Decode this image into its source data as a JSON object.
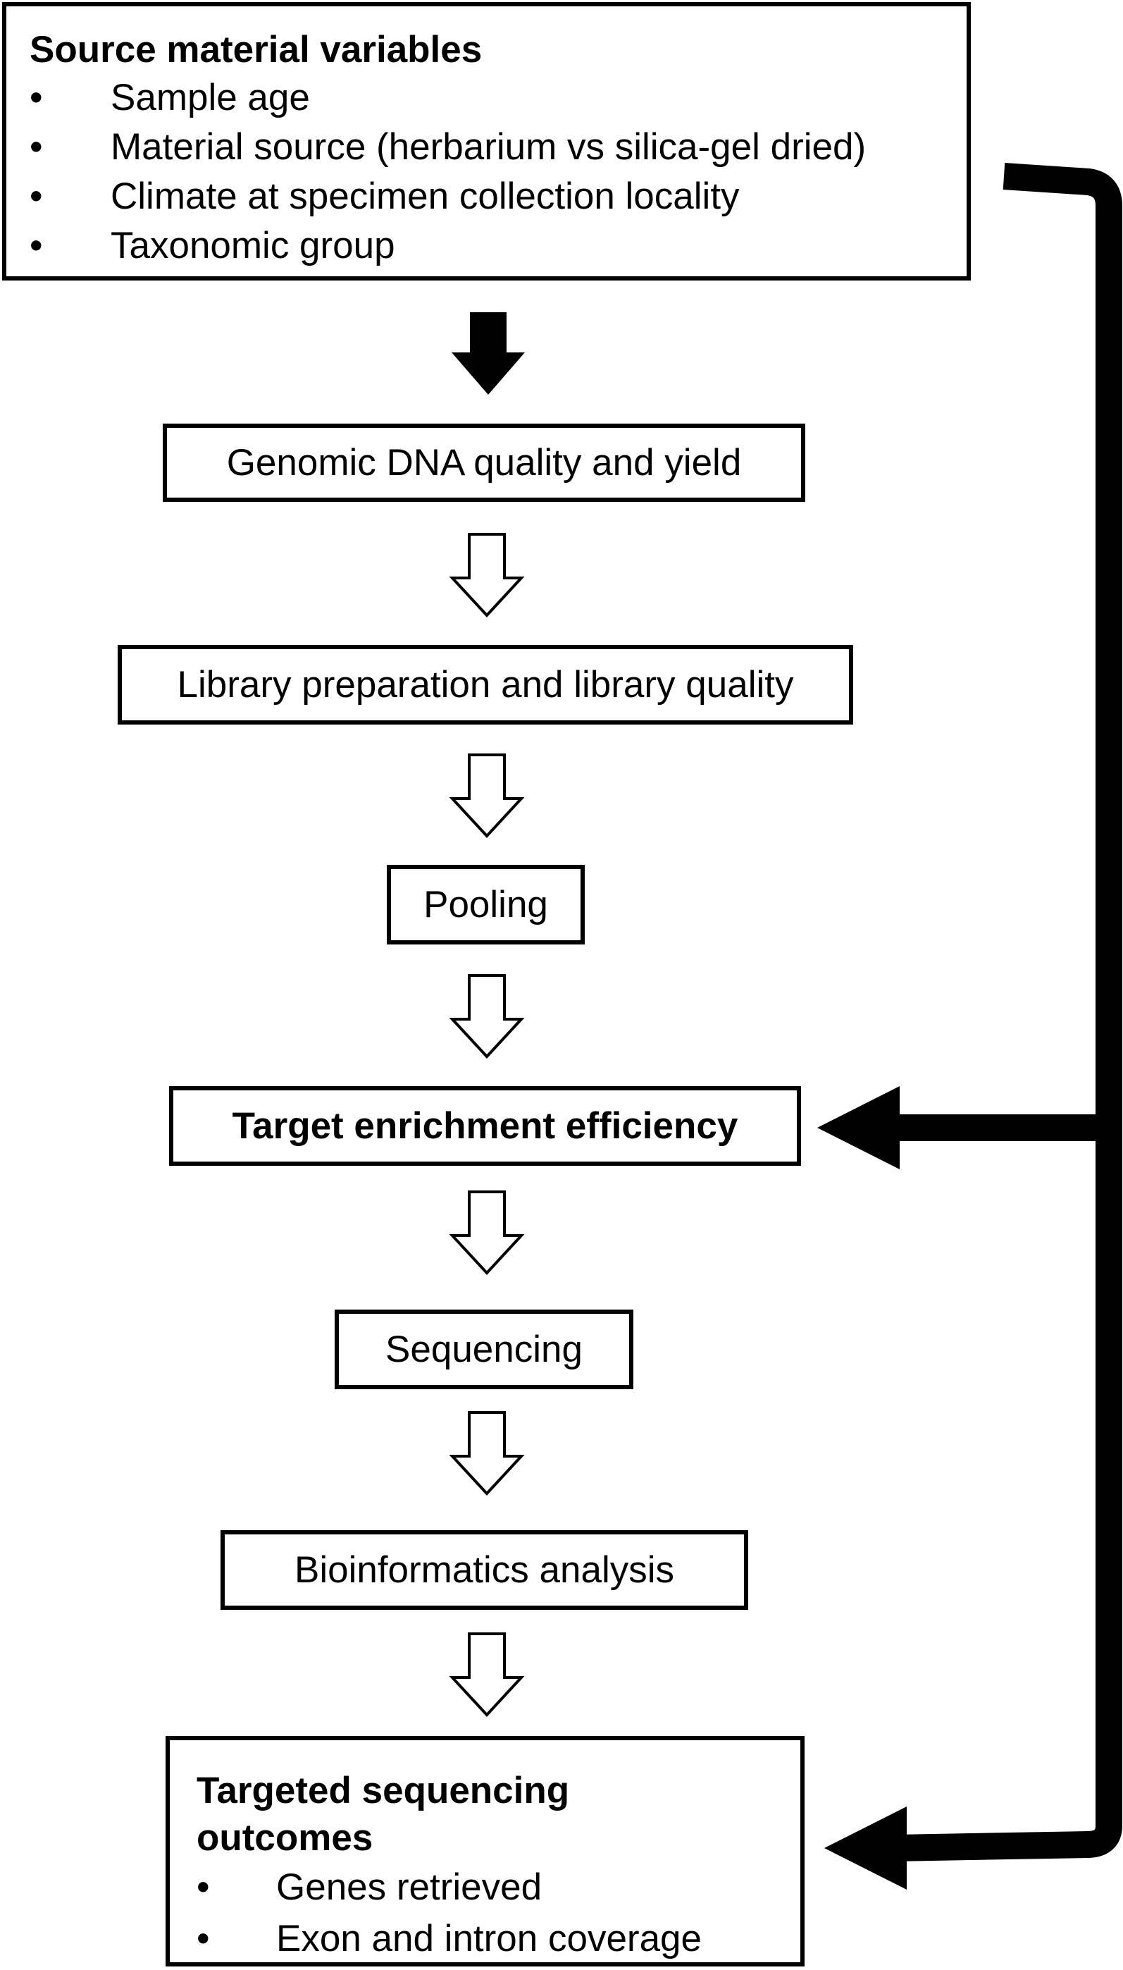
{
  "source_box": {
    "title": "Source material variables",
    "bullet_symbol": "•",
    "items": [
      "Sample age",
      "Material source (herbarium vs silica-gel dried)",
      "Climate at specimen collection locality",
      "Taxonomic group"
    ]
  },
  "steps": {
    "genomic_dna": "Genomic DNA quality and yield",
    "library_prep": "Library preparation and library quality",
    "pooling": "Pooling",
    "target_enrichment": "Target enrichment efficiency",
    "sequencing": "Sequencing",
    "bioinformatics": "Bioinformatics analysis"
  },
  "outcome_box": {
    "title_line1": "Targeted sequencing",
    "title_line2": "outcomes",
    "bullet_symbol": "•",
    "items": [
      "Genes retrieved",
      "Exon and intron coverage"
    ]
  },
  "colors": {
    "stroke": "#000000",
    "fill": "#ffffff"
  }
}
